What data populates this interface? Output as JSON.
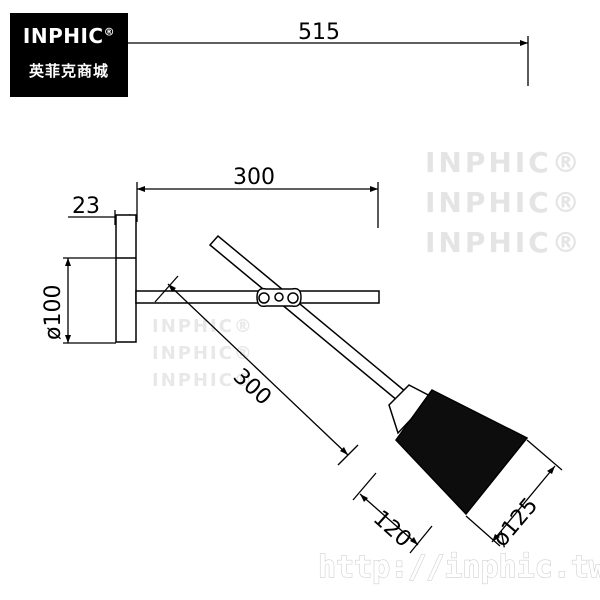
{
  "logo": {
    "brand": "INPHIC",
    "registered": "®",
    "chinese": "英菲克商城"
  },
  "watermark": {
    "lines": [
      "INPHIC®",
      "INPHIC®",
      "INPHIC®"
    ],
    "small_lines": [
      "INPHIC®",
      "INPHIC®",
      "INPHIC®"
    ]
  },
  "dimensions": {
    "overall_width": "515",
    "arm_length": "300",
    "wall_offset": "23",
    "base_diameter": "ø100",
    "swing_arm_length": "300",
    "shade_length": "120",
    "shade_diameter": "ø125"
  },
  "footer": {
    "url": "http://inphic.tw"
  }
}
